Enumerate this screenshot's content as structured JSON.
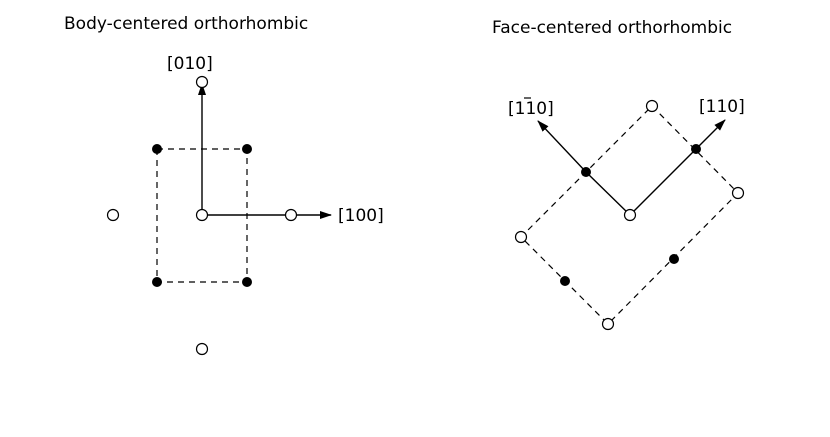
{
  "panels": {
    "left": {
      "title": "Body-centered orthorhombic",
      "axis_x_label": "[100]",
      "axis_y_label": "[010]"
    },
    "right": {
      "title": "Face-centered orthorhombic",
      "axis_left_label_prefix": "[",
      "axis_left_label_bar_digit": "1",
      "axis_left_label_rest": "10]",
      "axis_right_label": "[110]"
    }
  },
  "colors": {
    "stroke": "#000000",
    "filled_atom": "#000000",
    "open_atom": "#ffffff",
    "background": "#ffffff"
  }
}
